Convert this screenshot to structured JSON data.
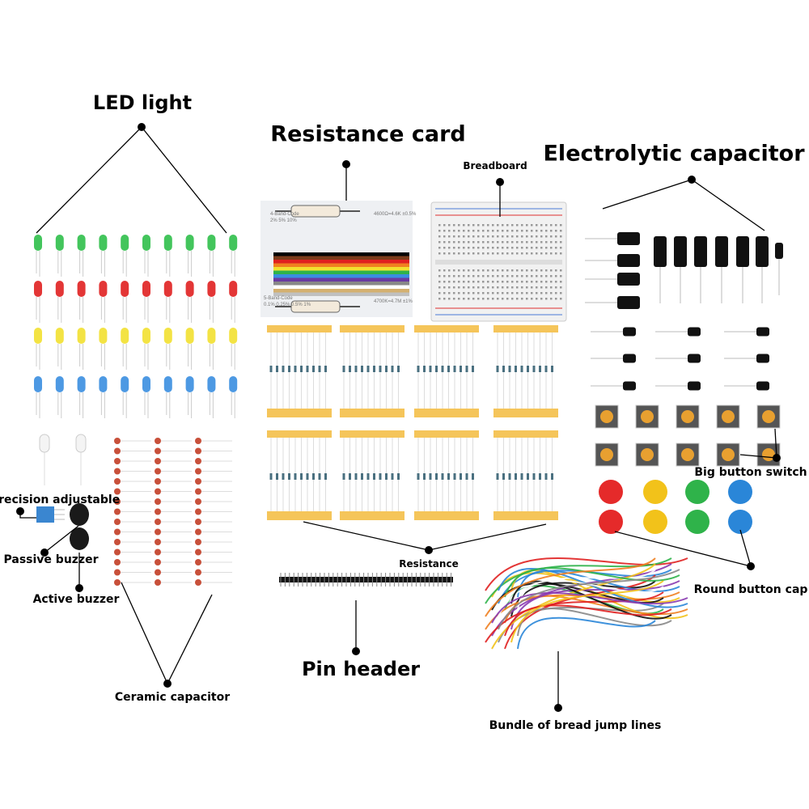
{
  "labels": {
    "led_light": "LED light",
    "resistance_card": "Resistance card",
    "breadboard": "Breadboard",
    "electrolytic_capacitor": "Electrolytic capacitor",
    "big_button_switch": "Big button switch",
    "round_button_cap": "Round button cap",
    "resistance": "Resistance",
    "pin_header": "Pin header",
    "bundle_jump_lines": "Bundle of bread jump lines",
    "ceramic_capacitor": "Ceramic capacitor",
    "precision_adjustable": "Precision adjustable",
    "passive_buzzer": "Passive buzzer",
    "active_buzzer": "Active buzzer"
  },
  "resistance_card_text": {
    "four_band": "4-Band-Code",
    "four_band_tol": "2% 5% 10%",
    "four_band_example": "4600Ω=4.6K ±0.5%",
    "five_band": "5-Band-Code",
    "five_band_tol": "0.1% 0.25% 0.5% 1%",
    "five_band_example": "4700K=4.7M ±1%"
  },
  "colors": {
    "led_rows": [
      "#2fbf4a",
      "#e02020",
      "#f2e030",
      "#3a8ee0"
    ],
    "button_caps": [
      "#e52a2a",
      "#f2c21a",
      "#2fb34a",
      "#2a86d8"
    ],
    "tape": "#f5c55a",
    "ceramic": "#c8503a"
  }
}
